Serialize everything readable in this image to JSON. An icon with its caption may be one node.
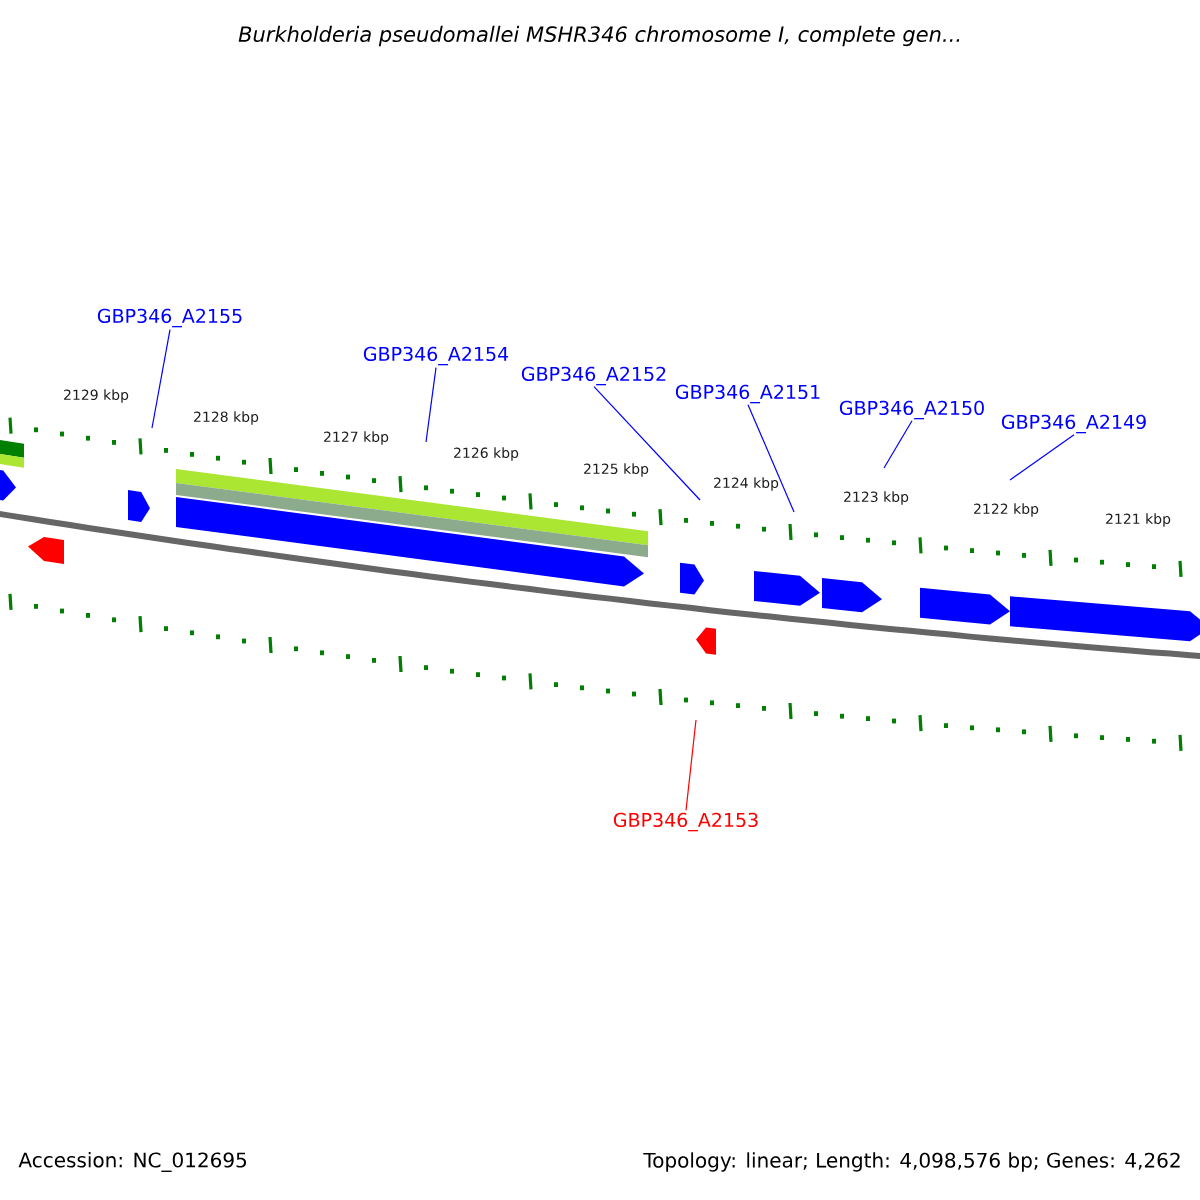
{
  "diagram": {
    "title": "Burkholderia pseudomallei MSHR346 chromosome I, complete gen...",
    "nodes": [
      {
        "text": [
          "GBP346_A2155"
        ]
      },
      {
        "text": [
          "GBP346_A2154"
        ]
      },
      {
        "text": [
          "GBP346_A2152"
        ]
      },
      {
        "text": [
          "GBP346_A2151"
        ]
      },
      {
        "text": [
          "GBP346_A2150"
        ]
      },
      {
        "text": [
          "GBP346_A2149"
        ]
      },
      {
        "text": [
          "GBP346_A2153"
        ]
      }
    ],
    "edges": [
      {
        "from": 0,
        "to": null,
        "arrow": "none"
      },
      {
        "from": 1,
        "to": null,
        "arrow": "none"
      },
      {
        "from": 2,
        "to": null,
        "arrow": "none"
      },
      {
        "from": 3,
        "to": null,
        "arrow": "none"
      },
      {
        "from": 4,
        "to": null,
        "arrow": "none"
      },
      {
        "from": 5,
        "to": null,
        "arrow": "none"
      },
      {
        "from": 6,
        "to": null,
        "arrow": "none",
        "color": "#ff0000"
      }
    ],
    "labels": [
      "2129 kbp",
      "2128 kbp",
      "2127 kbp",
      "2126 kbp",
      "2125 kbp",
      "2124 kbp",
      "2123 kbp",
      "2122 kbp",
      "2121 kbp",
      "Accession: NC_012695",
      "Topology: linear; Length: 4,098,576 bp; Genes: 4,262"
    ]
  }
}
